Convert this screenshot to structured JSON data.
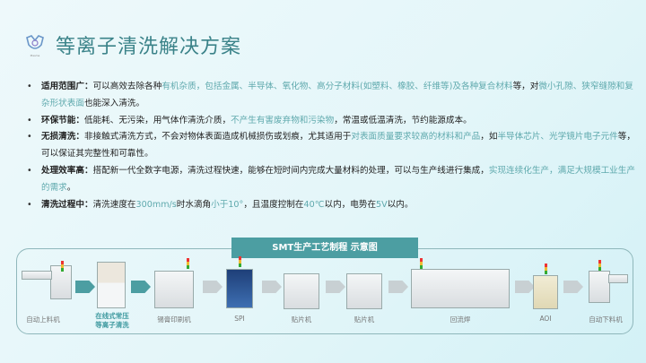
{
  "title": "等离子清洗解决方案",
  "logo_text": "Plasma",
  "bullets": [
    {
      "segments": [
        {
          "t": "kw",
          "text": "适用范围广："
        },
        {
          "t": "n",
          "text": "可以高效去除各种"
        },
        {
          "t": "hl",
          "text": "有机杂质，包括金属、半导体、氧化物、高分子材料(如塑料、橡胶、纤维等)及各种复合材料"
        },
        {
          "t": "n",
          "text": "等，对"
        },
        {
          "t": "hl",
          "text": "微小孔隙、狭窄缝隙和复杂形状表面"
        },
        {
          "t": "n",
          "text": "也能深入清洗。"
        }
      ]
    },
    {
      "segments": [
        {
          "t": "kw",
          "text": "环保节能："
        },
        {
          "t": "n",
          "text": "低能耗、无污染，用气体作清洗介质，"
        },
        {
          "t": "hl",
          "text": "不产生有害废弃物和污染物"
        },
        {
          "t": "n",
          "text": "，常温或低温清洗，节约能源成本。"
        }
      ]
    },
    {
      "segments": [
        {
          "t": "kw",
          "text": "无损清洗："
        },
        {
          "t": "n",
          "text": "非接触式清洗方式，不会对物体表面造成机械损伤或划痕，尤其适用于"
        },
        {
          "t": "hl",
          "text": "对表面质量要求较高的材料和产品"
        },
        {
          "t": "n",
          "text": "，如"
        },
        {
          "t": "hl",
          "text": "半导体芯片、光学镜片电子元件"
        },
        {
          "t": "n",
          "text": "等，可以保证其完整性和可靠性。"
        }
      ]
    },
    {
      "segments": [
        {
          "t": "kw",
          "text": "处理效率高："
        },
        {
          "t": "n",
          "text": "搭配新一代全数字电源，清洗过程快速，能够在短时间内完成大量材料的处理，可以与生产线进行集成，"
        },
        {
          "t": "hl",
          "text": "实现连续化生产，满足大规模工业生产的需求"
        },
        {
          "t": "n",
          "text": "。"
        }
      ]
    },
    {
      "segments": [
        {
          "t": "kw",
          "text": "清洗过程中："
        },
        {
          "t": "n",
          "text": "清洗速度在"
        },
        {
          "t": "hl",
          "text": "300mm/s"
        },
        {
          "t": "n",
          "text": "时水滴角"
        },
        {
          "t": "hl",
          "text": "小于10°"
        },
        {
          "t": "n",
          "text": "，且温度控制在"
        },
        {
          "t": "hl",
          "text": "40℃"
        },
        {
          "t": "n",
          "text": "以内，电势在"
        },
        {
          "t": "hl",
          "text": "5V"
        },
        {
          "t": "n",
          "text": "以内。"
        }
      ]
    }
  ],
  "diagram": {
    "title": "SMT生产工艺制程 示意图",
    "stations": [
      "自动上料机",
      "在线式常压\n等离子清洗",
      "锡膏印刷机",
      "SPI",
      "贴片机",
      "贴片机",
      "回流焊",
      "AOI",
      "自动下料机"
    ]
  },
  "colors": {
    "accent": "#4c9ea2",
    "title": "#3b8389",
    "highlight": "#5fa9ad"
  }
}
